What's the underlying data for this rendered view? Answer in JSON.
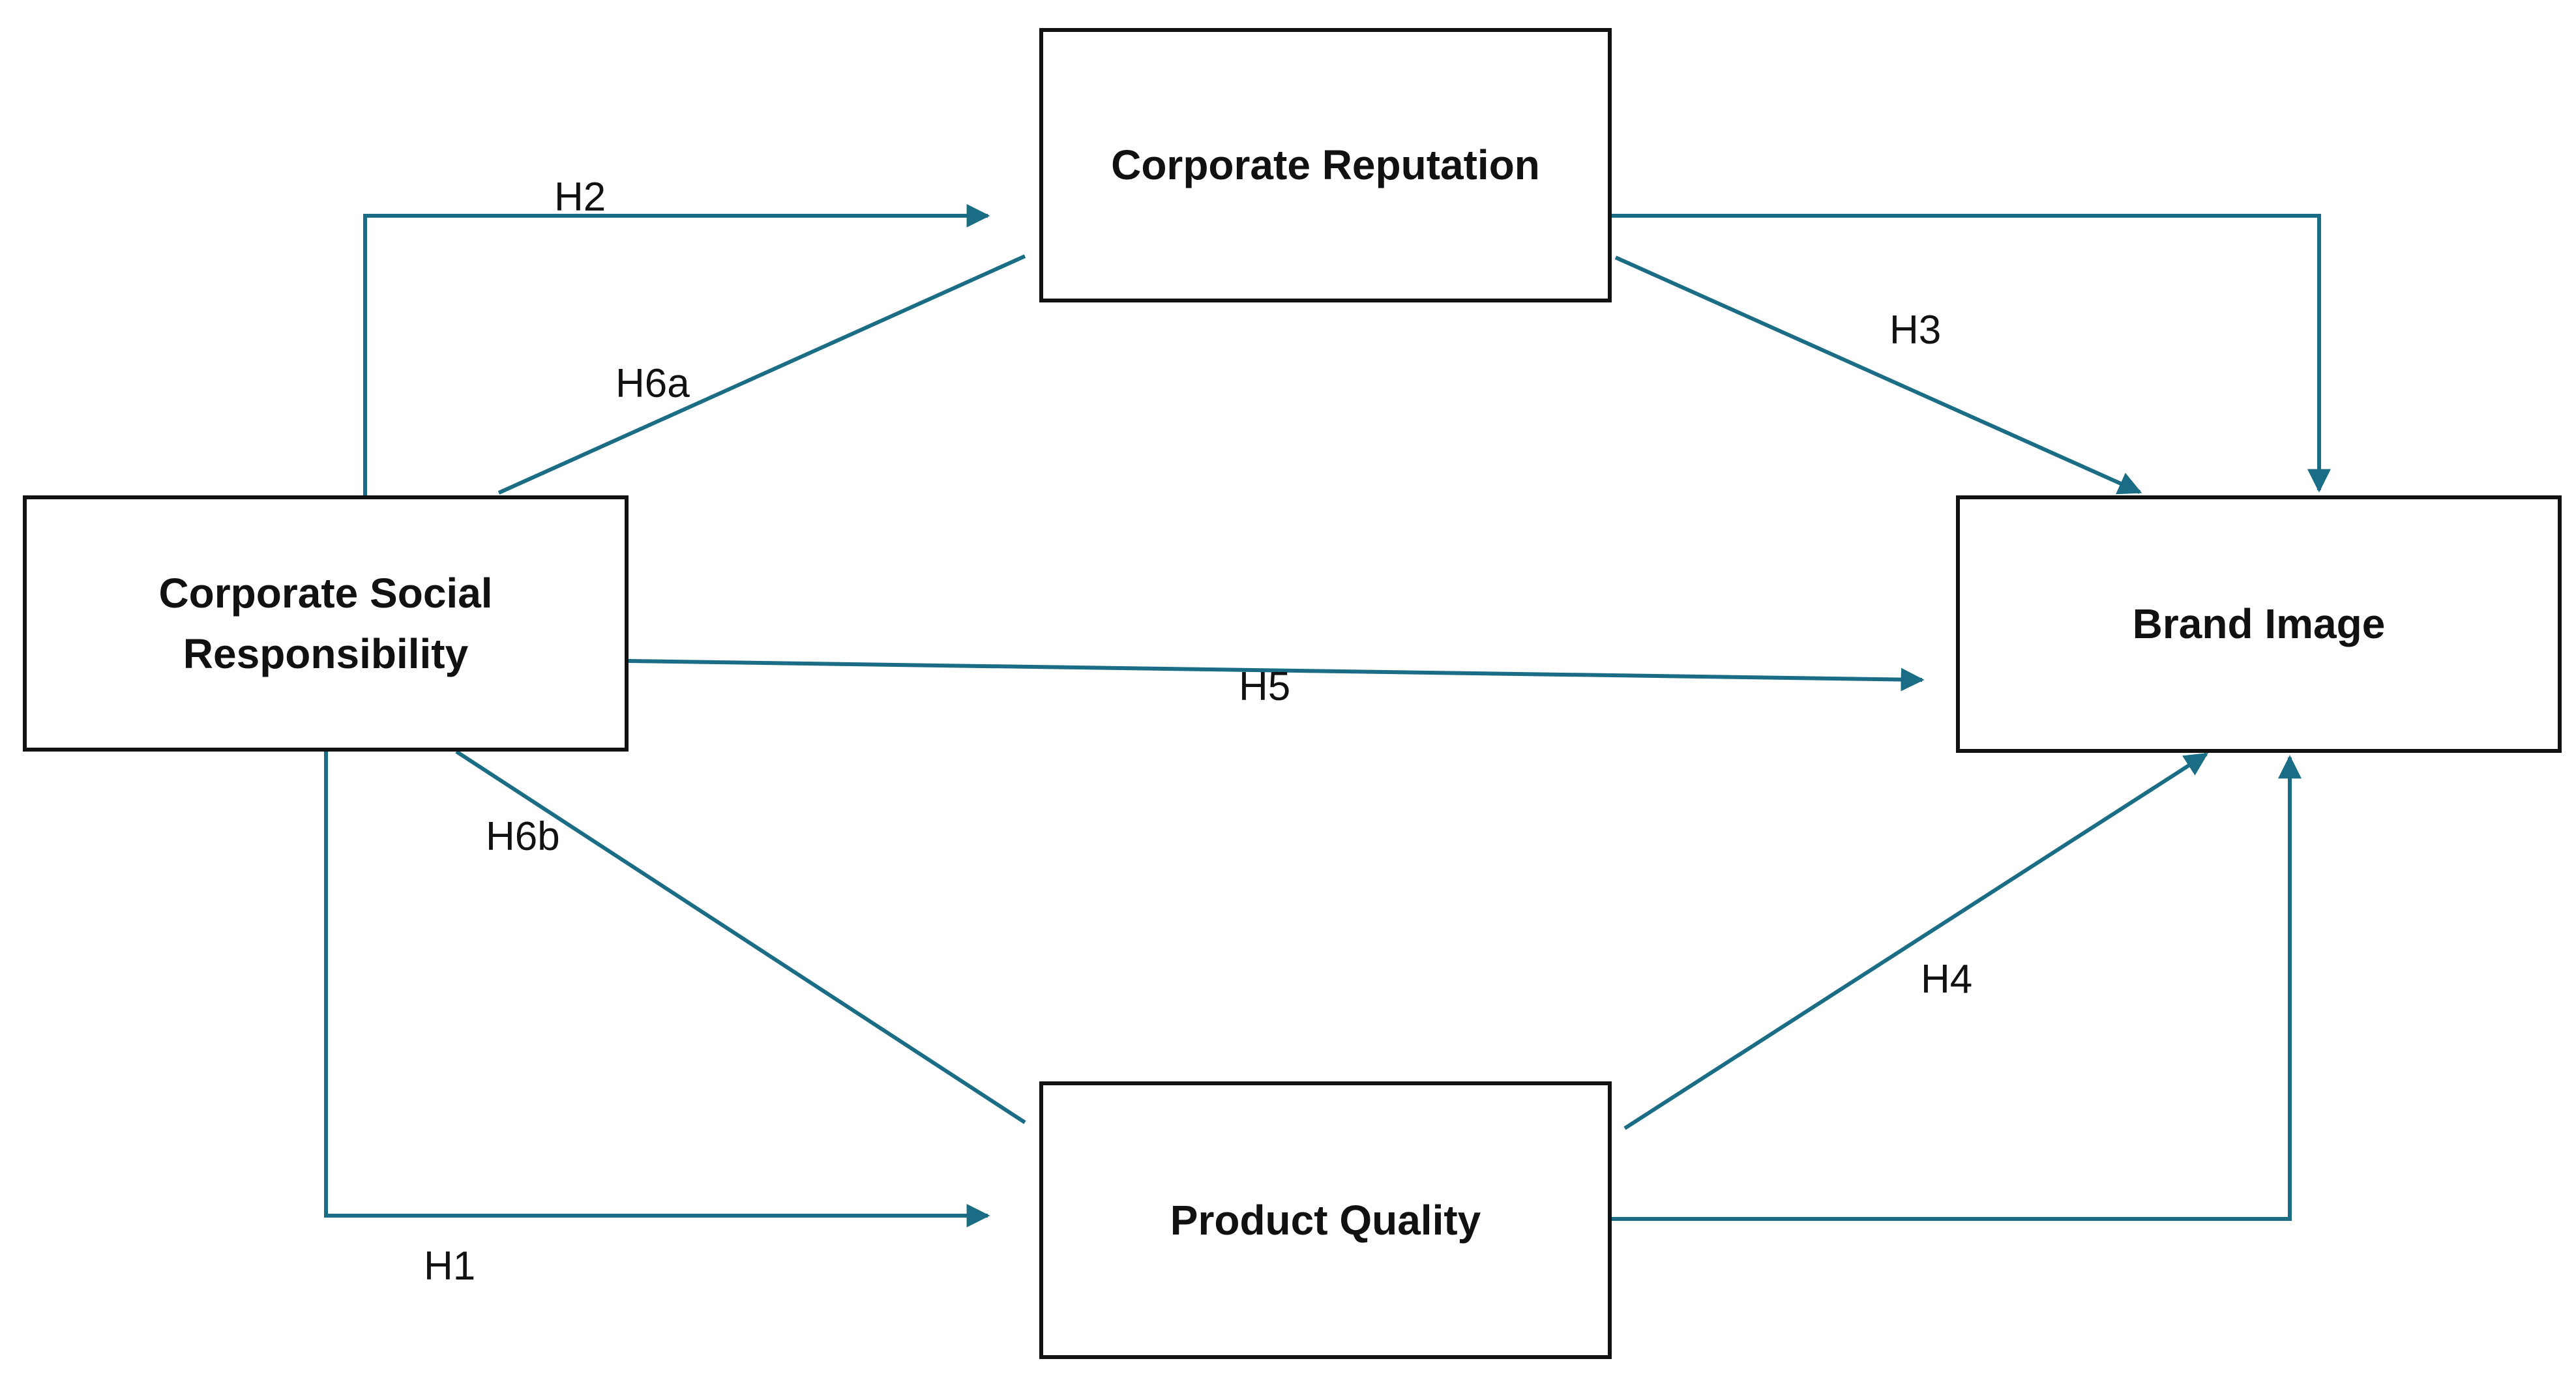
{
  "diagram": {
    "nodes": {
      "corporate_reputation": "Corporate Reputation",
      "csr": "Corporate Social\nResponsibility",
      "brand_image": "Brand Image",
      "product_quality": "Product Quality"
    },
    "hypotheses": {
      "h1": "H1",
      "h2": "H2",
      "h3": "H3",
      "h4": "H4",
      "h5": "H5",
      "h6a": "H6a",
      "h6b": "H6b"
    },
    "colors": {
      "arrow": "#1a6d84",
      "box_border": "#111111",
      "text": "#111111",
      "background": "#ffffff"
    }
  }
}
